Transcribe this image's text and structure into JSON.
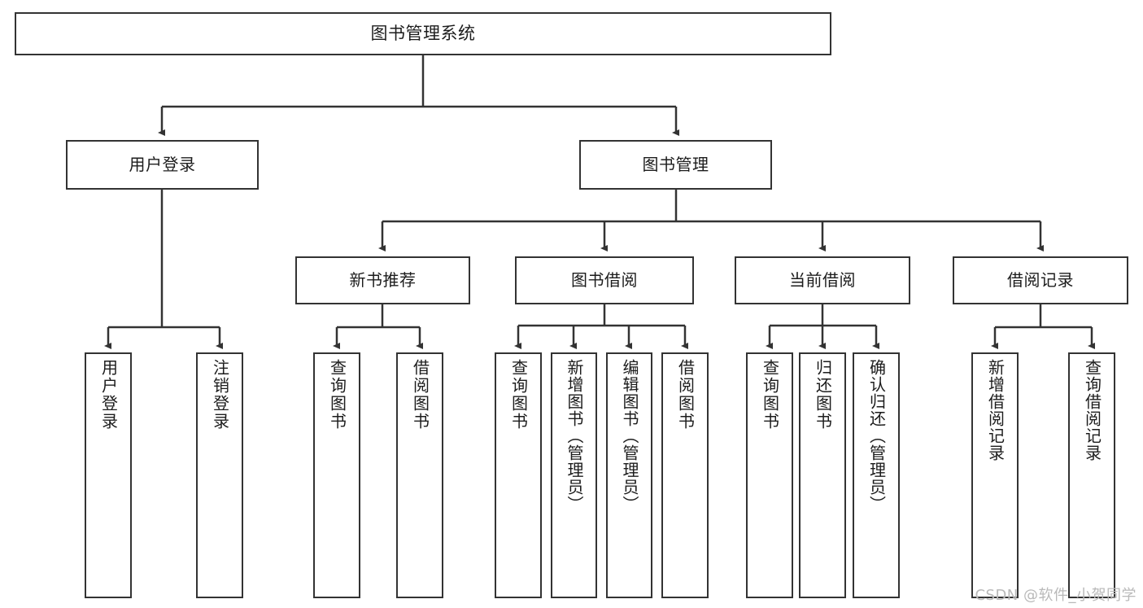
{
  "diagram": {
    "title": "图书管理系统",
    "type": "tree-hierarchy",
    "watermark": "CSDN @软件_小贺同学",
    "colors": {
      "stroke": "#333333",
      "fill": "#ffffff",
      "text": "#1c1c1c",
      "watermark": "#b9b9b9"
    },
    "nodes": {
      "root": "图书管理系统",
      "level2": [
        "用户登录",
        "图书管理"
      ],
      "level3": [
        "新书推荐",
        "图书借阅",
        "当前借阅",
        "借阅记录"
      ],
      "leaves": {
        "user_login": [
          "用户登录",
          "注销登录"
        ],
        "new_book": [
          "查询图书",
          "借阅图书"
        ],
        "book_borrow": [
          "查询图书",
          "新增图书（管理员）",
          "编辑图书（管理员）",
          "借阅图书"
        ],
        "current_borrow": [
          "查询图书",
          "归还图书",
          "确认归还（管理员）"
        ],
        "borrow_record": [
          "新增借阅记录",
          "查询借阅记录"
        ]
      }
    }
  }
}
